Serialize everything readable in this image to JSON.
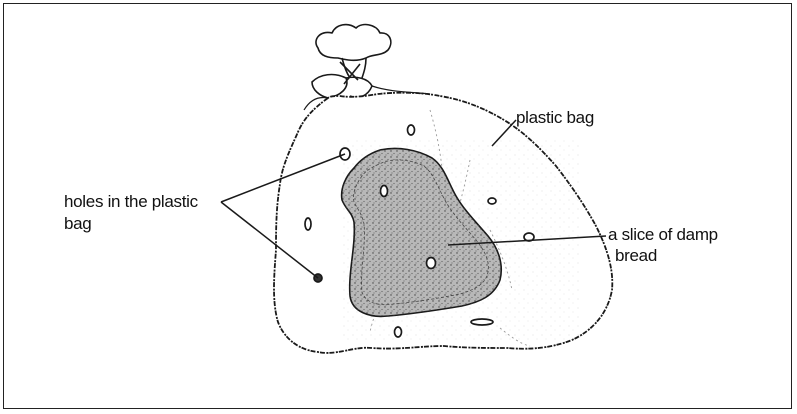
{
  "labels": {
    "plastic_bag": "plastic bag",
    "holes_line1": "holes in the plastic",
    "holes_line2": "bag",
    "bread_line1": "a  slice of damp",
    "bread_line2": "bread"
  },
  "colors": {
    "ink": "#1a1a1a",
    "bread_fill": "#8a8a8a"
  }
}
